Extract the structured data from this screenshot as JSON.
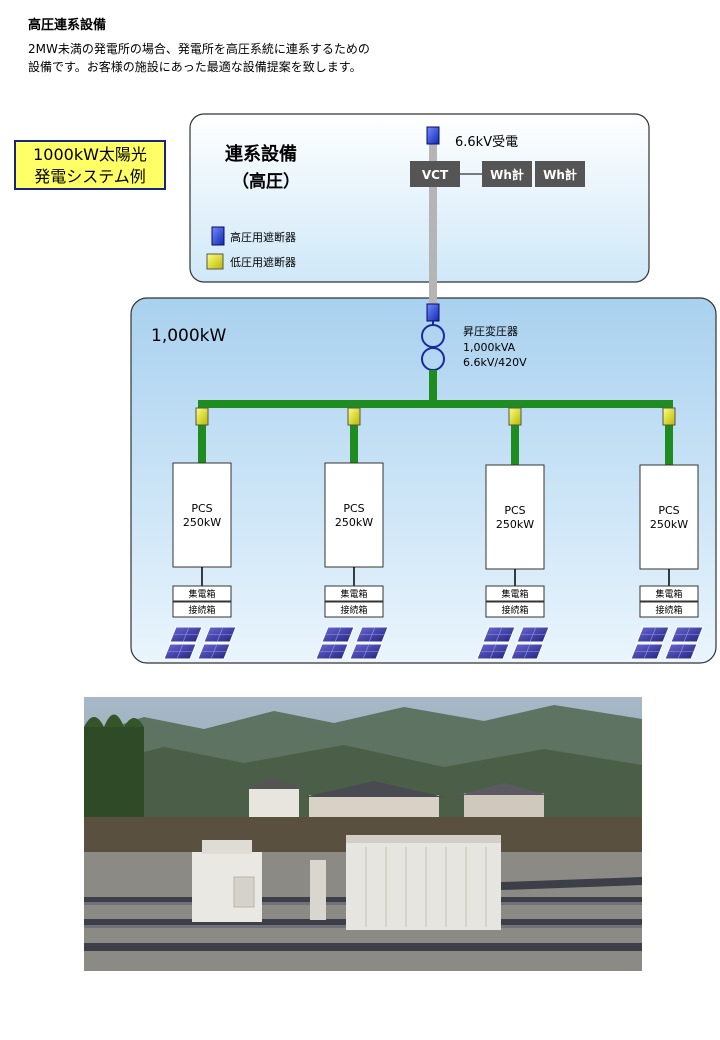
{
  "header": {
    "title": "高圧連系設備",
    "desc_line1": "2MW未満の発電所の場合、発電所を高圧系統に連系するための",
    "desc_line2": "設備です。お客様の施設にあった最適な設備提案を致します。"
  },
  "badge": {
    "line1": "1000kW太陽光",
    "line2": "発電システム例"
  },
  "upper_panel": {
    "title_line1": "連系設備",
    "title_line2": "（高圧）",
    "receiving_label": "6.6kV受電",
    "vct": "VCT",
    "meter1": "Wh計",
    "meter2": "Wh計",
    "legend_high": "高圧用遮断器",
    "legend_low": "低圧用遮断器"
  },
  "lower_panel": {
    "capacity": "1,000kW",
    "transformer_name": "昇圧変圧器",
    "transformer_kva": "1,000kVA",
    "transformer_volt": "6.6kV/420V",
    "pcs_units": [
      {
        "name": "PCS",
        "rating": "250kW",
        "box1": "集電箱",
        "box2": "接続箱"
      },
      {
        "name": "PCS",
        "rating": "250kW",
        "box1": "集電箱",
        "box2": "接続箱"
      },
      {
        "name": "PCS",
        "rating": "250kW",
        "box1": "集電箱",
        "box2": "接続箱"
      },
      {
        "name": "PCS",
        "rating": "250kW",
        "box1": "集電箱",
        "box2": "接続箱"
      }
    ]
  },
  "colors": {
    "panel_upper": "#d9eefb",
    "panel_lower": "#bcdcf3",
    "bus_green": "#1e8c1e",
    "breaker_high": "#2040d0",
    "breaker_low": "#d8d800"
  },
  "icons": [
    "high-voltage-breaker-icon",
    "low-voltage-breaker-icon",
    "transformer-icon",
    "solar-panel-icon"
  ]
}
